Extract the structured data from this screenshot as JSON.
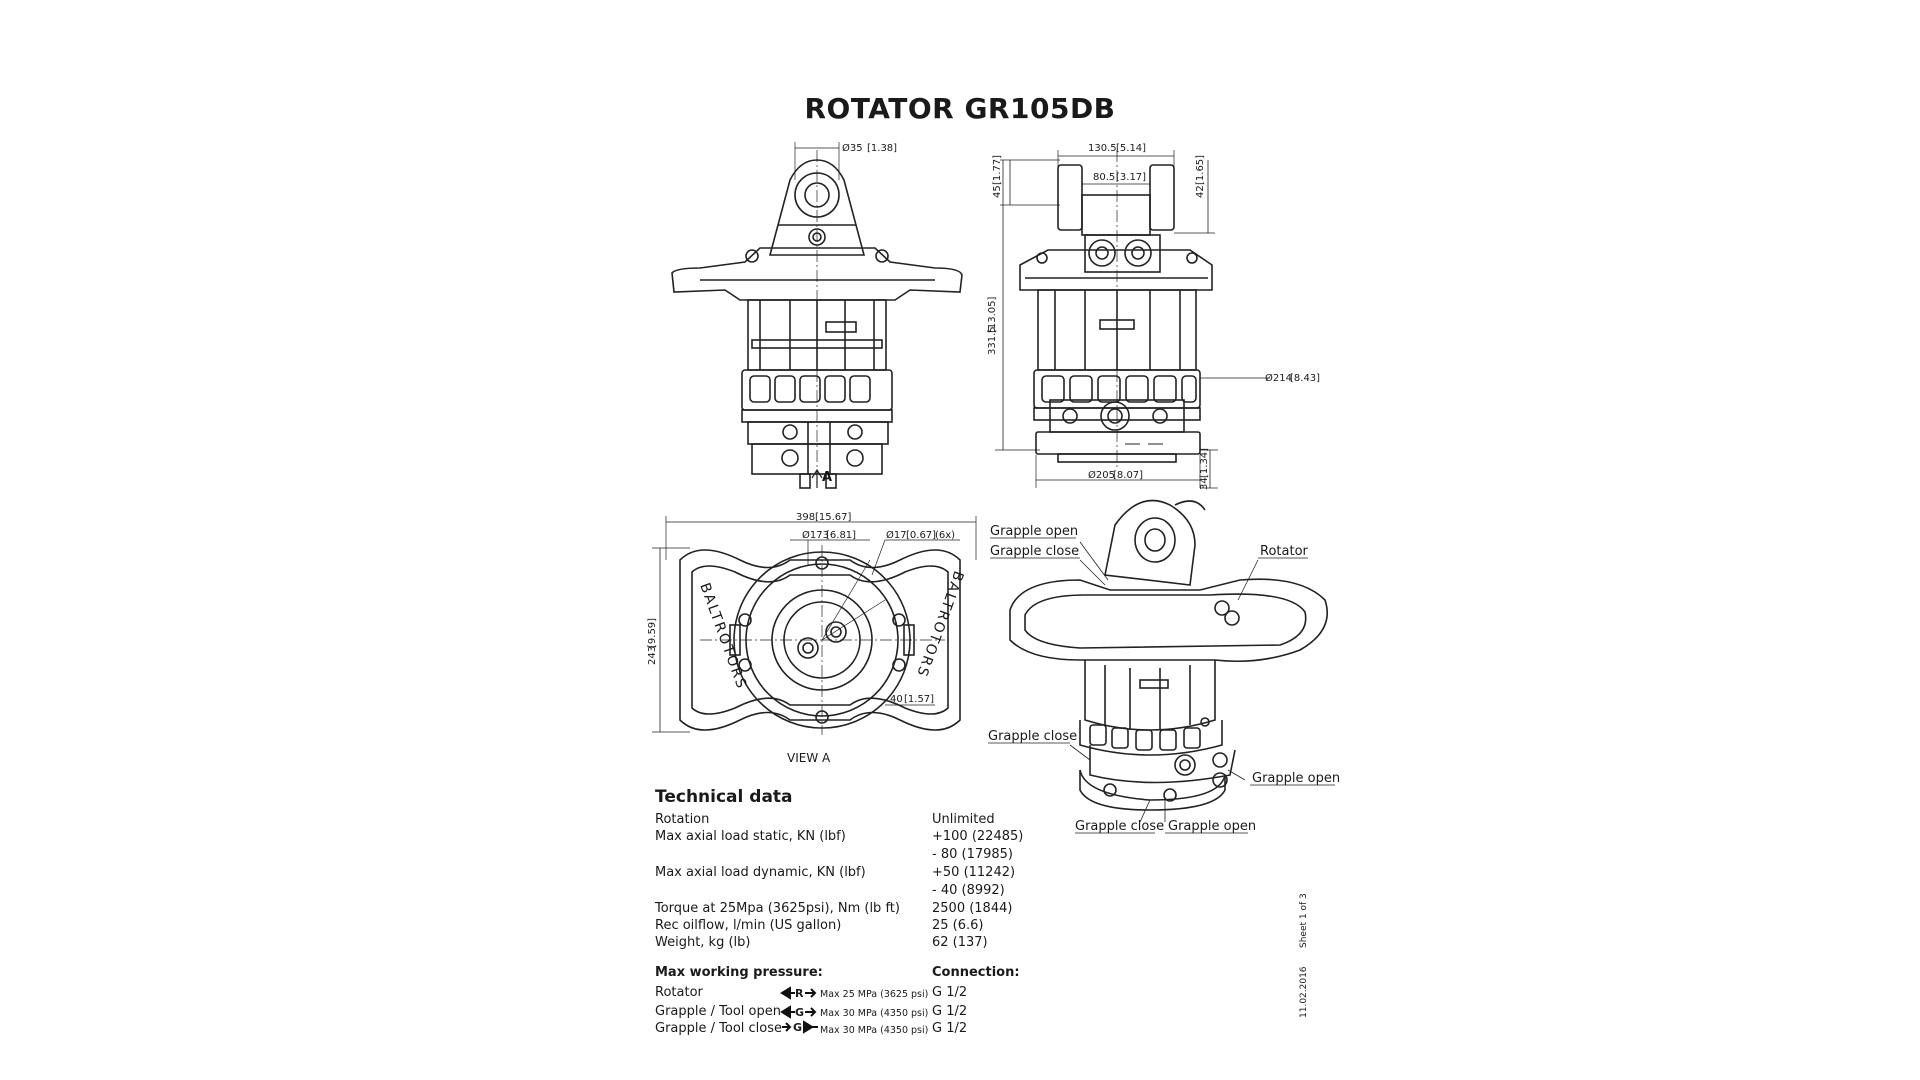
{
  "title": "ROTATOR  GR105DB",
  "dimensions": {
    "top_pin": "Ø35",
    "top_pin_in": "[1.38]",
    "side_width": "130.5",
    "side_width_in": "[5.14]",
    "inner_width": "80.5",
    "inner_width_in": "[3.17]",
    "h45": "45",
    "h45_in": "[1.77]",
    "h42": "42",
    "h42_in": "[1.65]",
    "total_h": "331.5",
    "total_h_in": "[13.05]",
    "dia214": "Ø214",
    "dia214_in": "[8.43]",
    "dia205": "Ø205",
    "dia205_in": "[8.07]",
    "h34": "34",
    "h34_in": "[1.34]",
    "width398": "398",
    "width398_in": "[15.67]",
    "dia173": "Ø173",
    "dia173_in": "[6.81]",
    "dia17": "Ø17",
    "dia17_in": "[0.67]",
    "dia17_count": "(6x)",
    "h243": "243",
    "h243_in": "[9.59]",
    "d40": "40",
    "d40_in": "[1.57]",
    "view_marker": "A",
    "view_label": "VIEW A",
    "brand_text": "BALTROTORS"
  },
  "iso_labels": {
    "grapple_open_1": "Grapple open",
    "grapple_close_1": "Grapple close",
    "rotator": "Rotator",
    "grapple_close_2": "Grapple close",
    "grapple_open_2": "Grapple open",
    "grapple_close_3": "Grapple close",
    "grapple_open_3": "Grapple open"
  },
  "tech": {
    "heading": "Technical data",
    "rows": [
      {
        "label": "Rotation",
        "value": "Unlimited"
      },
      {
        "label": "Max axial load static, KN (lbf)",
        "value": "+100 (22485)"
      },
      {
        "label": "",
        "value": "- 80 (17985)"
      },
      {
        "label": "Max axial load dynamic, KN (lbf)",
        "value": "+50 (11242)"
      },
      {
        "label": "",
        "value": "- 40 (8992)"
      },
      {
        "label": "Torque at 25Mpa (3625psi), Nm (lb ft)",
        "value": "2500 (1844)"
      },
      {
        "label": "Rec oilflow, l/min (US gallon)",
        "value": "25 (6.6)"
      },
      {
        "label": "Weight, kg (lb)",
        "value": "62 (137)"
      }
    ],
    "pressure_heading": "Max working pressure:",
    "connection_heading": "Connection:",
    "pressure_rows": [
      {
        "label": "Rotator",
        "symbol": "R",
        "max": "Max 25 MPa (3625 psi)",
        "connection": "G 1/2"
      },
      {
        "label": "Grapple / Tool open",
        "symbol": "G",
        "max": "Max 30 MPa (4350 psi)",
        "connection": "G 1/2"
      },
      {
        "label": "Grapple / Tool close",
        "symbol": "G",
        "max": "Max 30 MPa (4350 psi)",
        "connection": "G 1/2"
      }
    ]
  },
  "sheet": "Sheet 1 of 3",
  "date": "11.02.2016"
}
